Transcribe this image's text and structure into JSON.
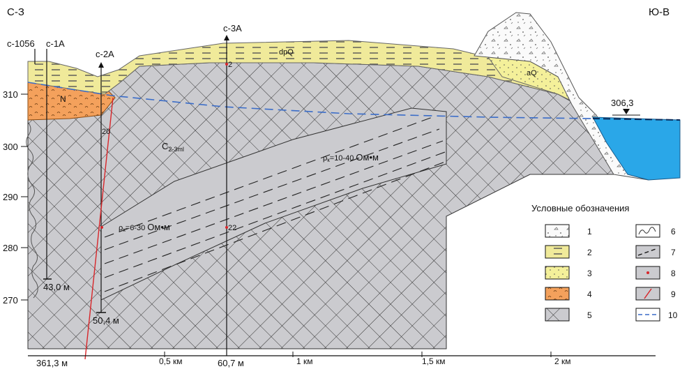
{
  "corners": {
    "left": "С-З",
    "right": "Ю-В"
  },
  "wells": {
    "c1056": {
      "label": "с-1056"
    },
    "c1a": {
      "label": "с-1А",
      "depth": "43,0 м"
    },
    "c2a": {
      "label": "с-2А",
      "depth": "50,4 м",
      "mark": "20"
    },
    "c3a": {
      "label": "с-3А",
      "mark_top": "2",
      "mark_mid": "22"
    }
  },
  "units": {
    "dpQ": "dpQ",
    "aQ": "aQ",
    "N": "N",
    "C": "C",
    "C_sub": "2-3ml"
  },
  "resistivity": {
    "upper": {
      "label": "ρ",
      "sub": "к",
      "range": "=10-40",
      "unit": "Ом•м"
    },
    "lower": {
      "label": "ρ",
      "sub": "к",
      "range": "=6-30",
      "unit": "Ом•м"
    }
  },
  "water_level": "306,3",
  "y_axis": [
    "310",
    "300",
    "290",
    "280",
    "270"
  ],
  "x_axis": [
    "361,3 м",
    "0,5 км",
    "60,7 м",
    "1 км",
    "1,5 км",
    "2 км"
  ],
  "legend": {
    "title": "Условные обозначения",
    "items": [
      "1",
      "2",
      "3",
      "4",
      "5",
      "6",
      "7",
      "8",
      "9",
      "10"
    ]
  },
  "colors": {
    "bedrock": "#cbcbcf",
    "yellow_dark": "#f0ea9a",
    "yellow_light": "#f4f09a",
    "neogene": "#f4a15c",
    "water": "#2aa7e8",
    "red": "#d8262a",
    "groundwater": "#3a6cc8"
  }
}
